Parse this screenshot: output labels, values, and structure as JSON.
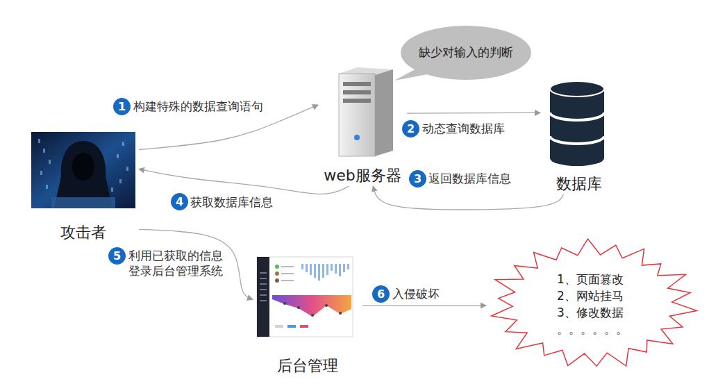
{
  "diagram": {
    "nodes": [
      {
        "text": [
          "攻击者"
        ]
      },
      {
        "text": [
          "web服务器"
        ]
      },
      {
        "text": [
          "缺少对输入的判断"
        ]
      },
      {
        "text": [
          "数据库"
        ]
      },
      {
        "text": [
          "后台管理"
        ]
      },
      {
        "text": [
          "1、页面篡改",
          "2、网站挂马",
          "3、修改数据",
          "。。。。。。"
        ]
      }
    ],
    "edges": [
      {
        "from": 0,
        "to": 1,
        "label": "构建特殊的数据查询语句",
        "arrow": "to"
      },
      {
        "from": 1,
        "to": 3,
        "label": "动态查询数据库",
        "arrow": "to"
      },
      {
        "from": 3,
        "to": 1,
        "label": "返回数据库信息",
        "arrow": "to"
      },
      {
        "from": 1,
        "to": 0,
        "label": "获取数据库信息",
        "arrow": "to"
      },
      {
        "from": 0,
        "to": 4,
        "label": "利用已获取的信息 登录后台管理系统",
        "arrow": "to"
      },
      {
        "from": 4,
        "to": 5,
        "label": "入侵破坏",
        "arrow": "to"
      }
    ],
    "labels": [
      "1",
      "2",
      "3",
      "4",
      "5",
      "6"
    ]
  }
}
